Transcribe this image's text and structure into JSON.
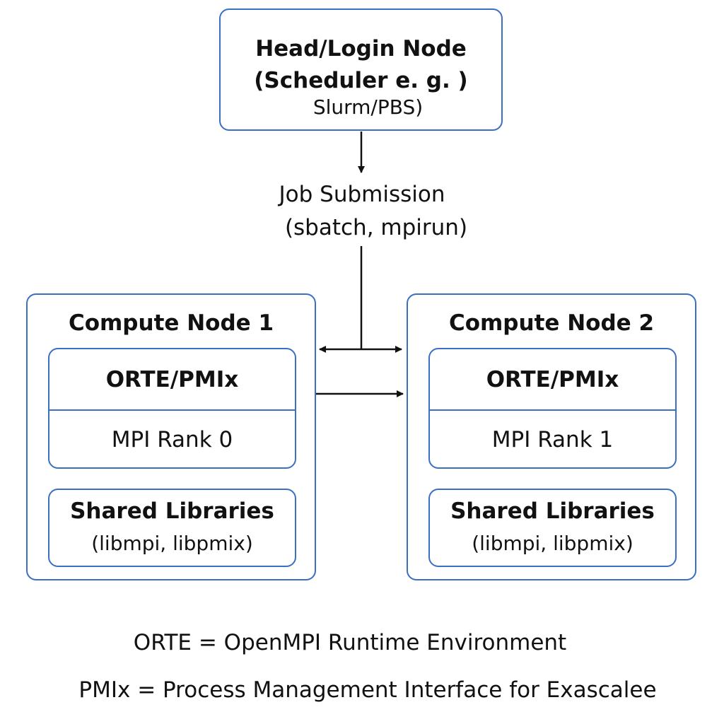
{
  "head_node": {
    "title": "Head/Login Node",
    "subtitle_line1": "(Scheduler e. g. )",
    "subtitle_line2": "Slurm/PBS)"
  },
  "job_submission": {
    "title": "Job Submission",
    "subtitle": "(sbatch, mpirun)"
  },
  "compute_nodes": [
    {
      "title": "Compute Node 1",
      "runtime": "ORTE/PMIx",
      "rank": "MPI Rank 0",
      "libraries_title": "Shared Libraries",
      "libraries_list": "(libmpi, libpmix)"
    },
    {
      "title": "Compute Node 2",
      "runtime": "ORTE/PMIx",
      "rank": "MPI Rank 1",
      "libraries_title": "Shared Libraries",
      "libraries_list": "(libmpi, libpmix)"
    }
  ],
  "legend": {
    "orte": "ORTE = OpenMPI Runtime Environment",
    "pmix": "PMIx = Process Management Interface for Exascalee"
  },
  "colors": {
    "box_border": "#3b6fc4",
    "arrow": "#111111",
    "text": "#111111"
  }
}
